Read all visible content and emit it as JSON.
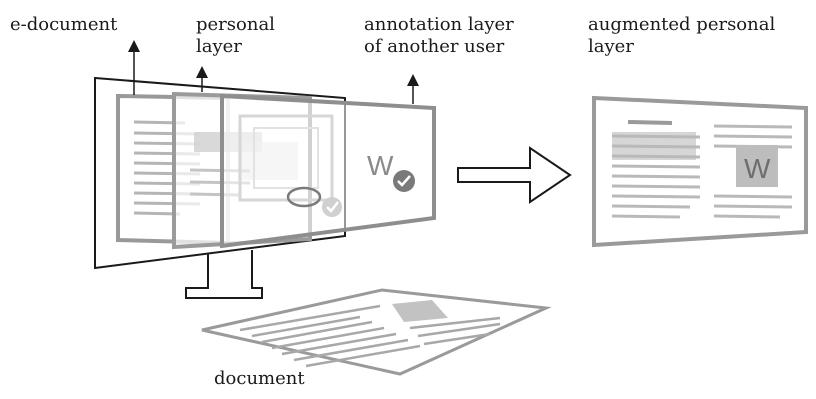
{
  "labels": {
    "e_document": "e-document",
    "personal_layer": [
      "personal",
      "layer"
    ],
    "annotation_layer": [
      "annotation layer",
      "of another user"
    ],
    "augmented_layer": [
      "augmented personal",
      "layer"
    ],
    "document": "document"
  },
  "annotation_letter": "W",
  "colors": {
    "line": "#8a8a8a",
    "dark": "#1a1a1a",
    "panel": "#ffffff",
    "highlight": "#c8c8c8",
    "badge": "#7a7a7a"
  }
}
